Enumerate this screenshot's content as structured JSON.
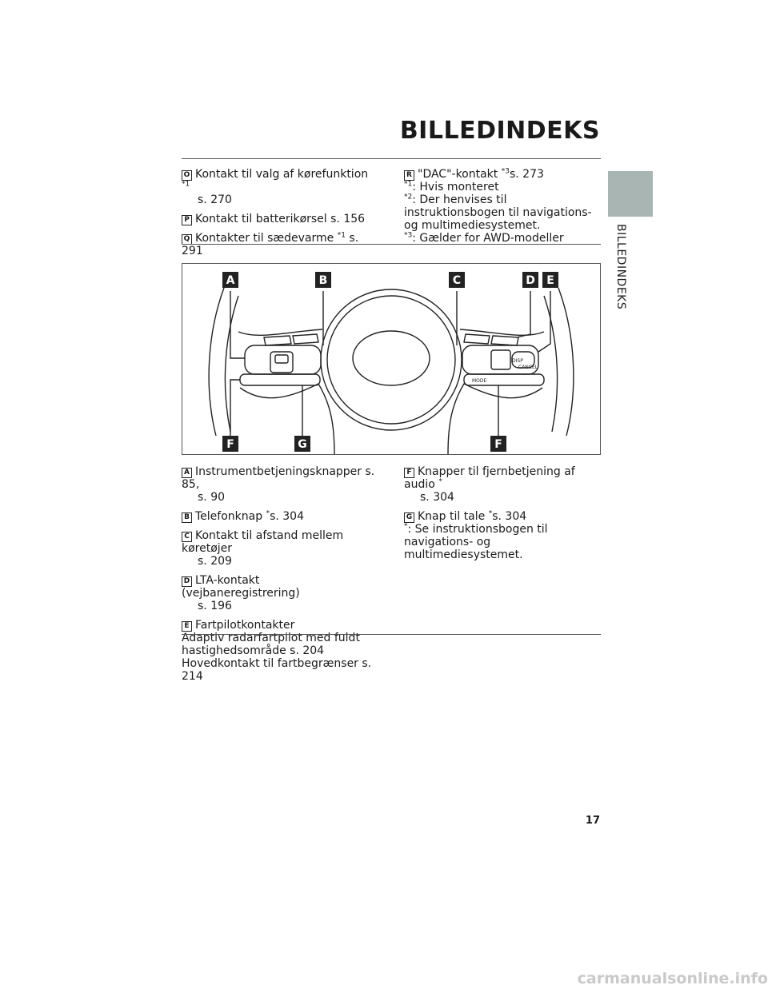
{
  "page": {
    "title": "BILLEDINDEKS",
    "side_tab_label": "BILLEDINDEKS",
    "page_number": "17",
    "watermark": "carmanualsonline.info"
  },
  "top_left": [
    {
      "key": "O",
      "text": "Kontakt til valg af kørefunktion ",
      "sup": "*1",
      "cont": "s. 270"
    },
    {
      "key": "P",
      "text": "Kontakt til batterikørsel s. 156",
      "sup": "",
      "cont": ""
    },
    {
      "key": "Q",
      "text": "Kontakter til sædevarme ",
      "sup": "*1",
      "after": " s. 291",
      "cont": ""
    }
  ],
  "top_right": {
    "entry": {
      "key": "R",
      "text": "\"DAC\"-kontakt ",
      "sup": "*3",
      "after": "s. 273"
    },
    "notes": [
      {
        "sup": "*1",
        "text": ": Hvis monteret"
      },
      {
        "sup": "*2",
        "text": ": Der henvises til instruktionsbogen til navigations- og multimediesystemet."
      },
      {
        "sup": "*3",
        "text": ": Gælder for AWD-modeller"
      }
    ]
  },
  "figure": {
    "callouts": [
      "A",
      "B",
      "C",
      "D",
      "E",
      "F",
      "G",
      "F"
    ],
    "left_pad_labels": [
      "DISP",
      "CANCEL",
      "MODE"
    ]
  },
  "bottom_left": [
    {
      "key": "A",
      "text": "Instrumentbetjeningsknapper s. 85,",
      "cont": "s. 90"
    },
    {
      "key": "B",
      "text": "Telefonknap ",
      "sup": "*",
      "after": "s. 304"
    },
    {
      "key": "C",
      "text": "Kontakt til afstand mellem køretøjer",
      "cont": "s. 209"
    },
    {
      "key": "D",
      "text": "LTA-kontakt (vejbaneregistrering)",
      "cont": "s. 196"
    },
    {
      "key": "E",
      "text": "Fartpilotkontakter",
      "lines": [
        "Adaptiv radarfartpilot med fuldt",
        "hastighedsområde s. 204",
        "Hovedkontakt til fartbegrænser s. 214"
      ]
    }
  ],
  "bottom_right": {
    "entries": [
      {
        "key": "F",
        "text": "Knapper til fjernbetjening af audio ",
        "sup": "*",
        "cont": "s. 304"
      },
      {
        "key": "G",
        "text": "Knap til tale ",
        "sup": "*",
        "after": "s. 304"
      }
    ],
    "note": {
      "sup": "*",
      "text": ": Se instruktionsbogen til navigations- og multimediesystemet."
    }
  }
}
